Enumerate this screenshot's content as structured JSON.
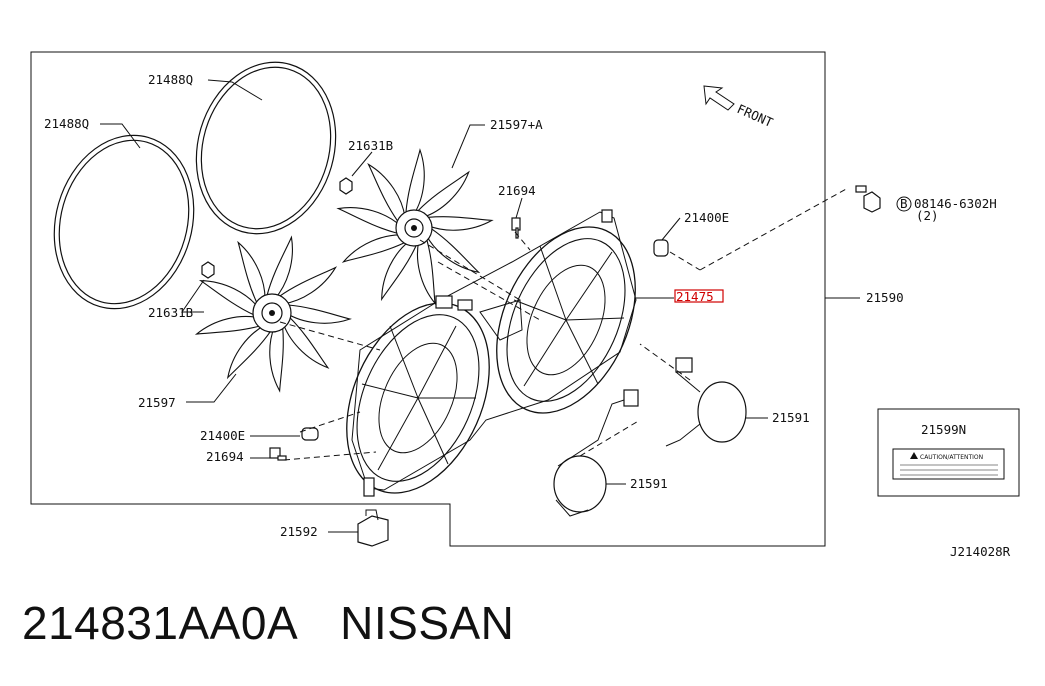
{
  "parts": {
    "belt_upper": "21488Q",
    "belt_lower": "21488Q",
    "nut_upper": "21631B",
    "nut_lower": "21631B",
    "fan_upper": "21597+A",
    "fan_lower": "21597",
    "bolt_upper": "21694",
    "bolt_lower": "21694",
    "grommet_upper": "21400E",
    "grommet_lower": "21400E",
    "shroud_part": "21475",
    "assembly": "21590",
    "motor_right": "21591",
    "motor_lower": "21591",
    "bracket": "21592",
    "label": "21599N",
    "screw": "08146-6302H",
    "screw_circle": "B",
    "screw_qty": "(2)"
  },
  "direction": "FRONT",
  "caution_text": "CAUTION/ATTENTION",
  "diagram_code": "J214028R",
  "footer": {
    "part_number": "214831AA0A",
    "brand": "NISSAN"
  }
}
